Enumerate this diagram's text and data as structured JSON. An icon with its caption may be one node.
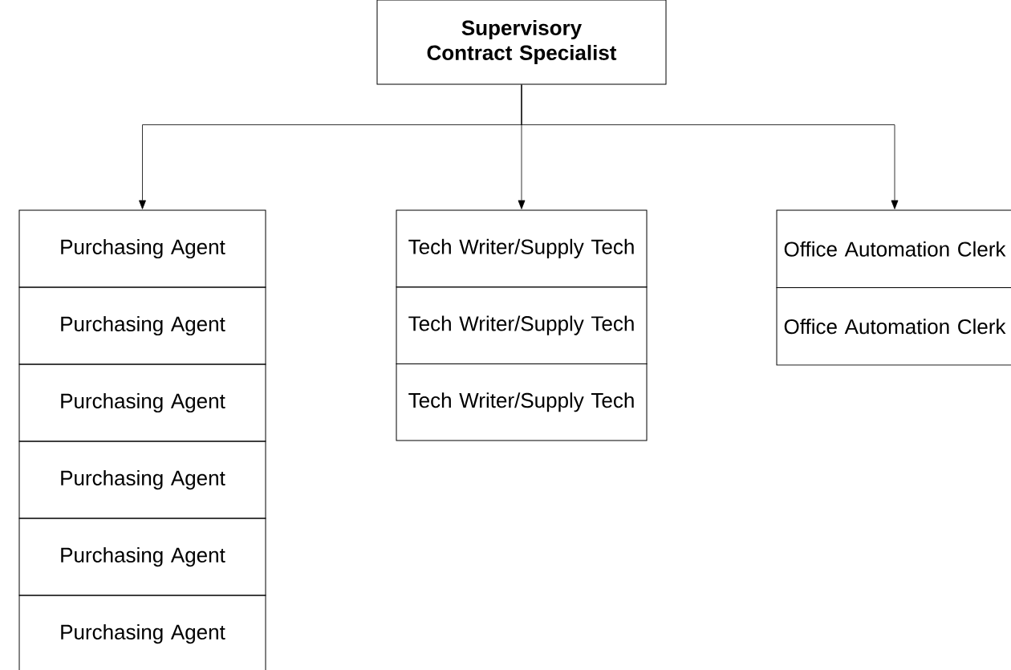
{
  "diagram": {
    "nodes": [
      {
        "text": [
          "Supervisory Contract Specialist"
        ]
      },
      {
        "text": [
          "Purchasing Agent"
        ]
      },
      {
        "text": [
          "Purchasing Agent"
        ]
      },
      {
        "text": [
          "Purchasing Agent"
        ]
      },
      {
        "text": [
          "Purchasing Agent"
        ]
      },
      {
        "text": [
          "Purchasing Agent"
        ]
      },
      {
        "text": [
          "Purchasing Agent"
        ]
      },
      {
        "text": [
          "Tech Writer/Supply Tech"
        ]
      },
      {
        "text": [
          "Tech Writer/Supply Tech"
        ]
      },
      {
        "text": [
          "Tech Writer/Supply Tech"
        ]
      },
      {
        "text": [
          "Office Automation Clerk"
        ]
      },
      {
        "text": [
          "Office Automation Clerk"
        ]
      }
    ],
    "edges": [
      {
        "from": 0,
        "to": 1,
        "arrow": "to"
      },
      {
        "from": 0,
        "to": 7,
        "arrow": "to"
      },
      {
        "from": 0,
        "to": 10,
        "arrow": "to"
      }
    ]
  }
}
